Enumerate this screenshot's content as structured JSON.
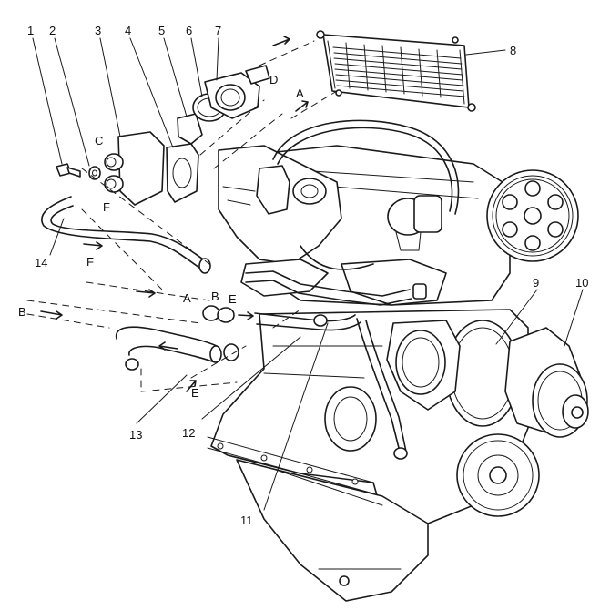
{
  "labels": {
    "n1": "1",
    "n2": "2",
    "n3": "3",
    "n4": "4",
    "n5": "5",
    "n6": "6",
    "n7": "7",
    "n8": "8",
    "n9": "9",
    "n10": "10",
    "n11": "11",
    "n12": "12",
    "n13": "13",
    "n14": "14",
    "A_top": "A",
    "A_mid": "A",
    "B_left": "B",
    "B_mid": "B",
    "C": "C",
    "D": "D",
    "E_mid": "E",
    "E_low": "E",
    "F_a": "F",
    "F_b": "F"
  }
}
